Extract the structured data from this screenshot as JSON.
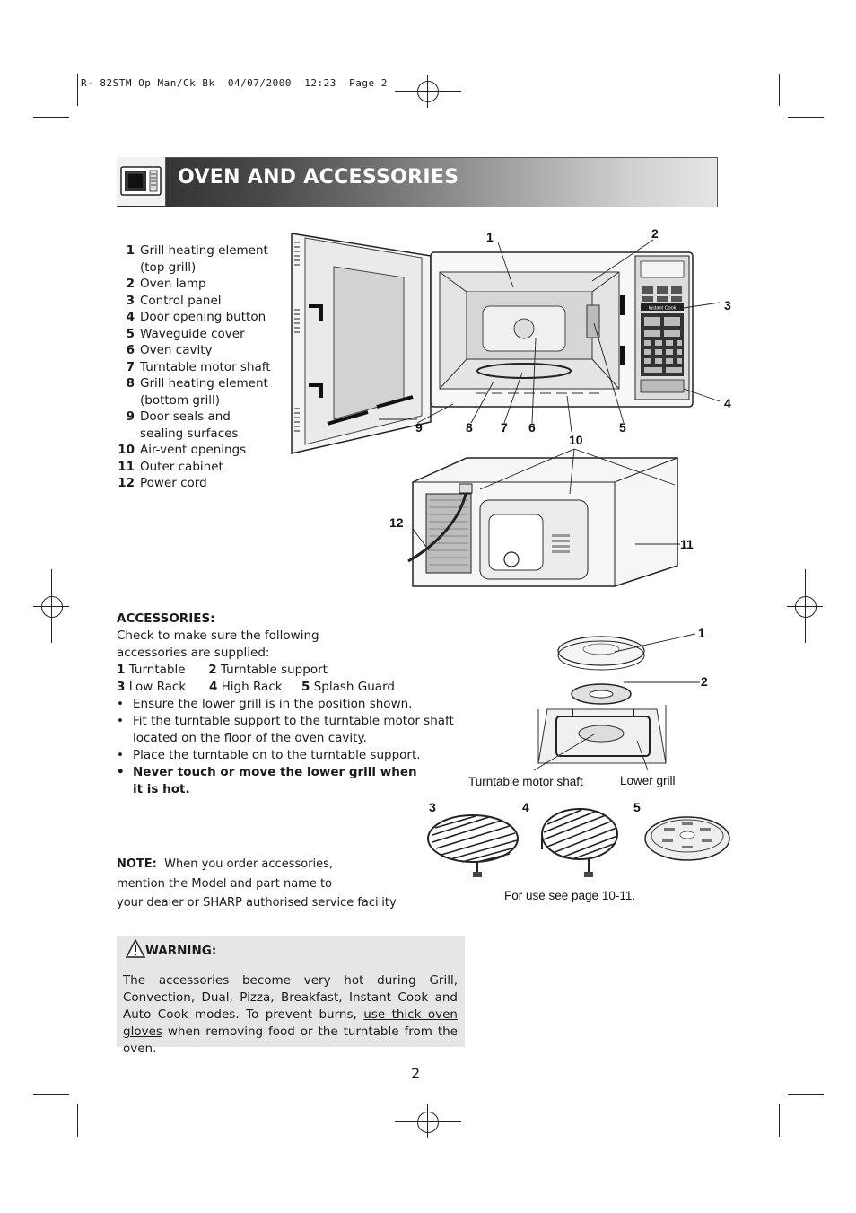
{
  "slug": "R- 82STM Op Man/Ck Bk  04/07/2000  12:23  Page 2",
  "header": {
    "title": "OVEN AND ACCESSORIES",
    "icon": "microwave-icon"
  },
  "parts": [
    {
      "num": "1",
      "label": "Grill heating element (top grill)"
    },
    {
      "num": "2",
      "label": "Oven lamp"
    },
    {
      "num": "3",
      "label": "Control panel"
    },
    {
      "num": "4",
      "label": "Door opening button"
    },
    {
      "num": "5",
      "label": "Waveguide cover"
    },
    {
      "num": "6",
      "label": "Oven cavity"
    },
    {
      "num": "7",
      "label": "Turntable motor shaft"
    },
    {
      "num": "8",
      "label": "Grill heating element (bottom grill)"
    },
    {
      "num": "9",
      "label": "Door seals and sealing surfaces"
    },
    {
      "num": "10",
      "label": "Air-vent openings"
    },
    {
      "num": "11",
      "label": "Outer cabinet"
    },
    {
      "num": "12",
      "label": "Power cord"
    }
  ],
  "oven_callouts": [
    "1",
    "2",
    "3",
    "4",
    "5",
    "6",
    "7",
    "8",
    "9",
    "10",
    "11",
    "12"
  ],
  "accessories": {
    "heading": "ACCESSORIES:",
    "intro": "Check to make sure the following accessories are supplied:",
    "items": [
      {
        "num": "1",
        "label": "Turntable"
      },
      {
        "num": "2",
        "label": "Turntable support"
      },
      {
        "num": "3",
        "label": "Low Rack"
      },
      {
        "num": "4",
        "label": "High Rack"
      },
      {
        "num": "5",
        "label": "Splash Guard"
      }
    ],
    "bullets": [
      "Ensure the lower grill is in the position shown.",
      "Fit the turntable support to the turntable motor shaft located on the floor of the oven cavity.",
      "Place the turntable on to the turntable support."
    ],
    "bold_bullet": "Never touch or move the lower grill when it is hot."
  },
  "diagram_labels": {
    "turntable_motor_shaft": "Turntable motor shaft",
    "lower_grill": "Lower grill",
    "for_use": "For use see page 10-11.",
    "turntable_num": "1",
    "support_num": "2",
    "low_rack_num": "3",
    "high_rack_num": "4",
    "splash_guard_num": "5"
  },
  "note": {
    "label": "NOTE:",
    "line1": "When you order accessories,",
    "line2": "mention the Model and part name to",
    "line3": "your dealer or SHARP authorised service facility"
  },
  "warning": {
    "title": "WARNING:",
    "body_pre": "The accessories become very hot during Grill, Convection, Dual, Pizza, Breakfast, Instant Cook and Auto Cook modes. To prevent burns, ",
    "body_link": "use thick oven gloves",
    "body_post": " when removing food or the turntable from the oven."
  },
  "page_number": "2",
  "control_panel_text": "Instant Cook"
}
